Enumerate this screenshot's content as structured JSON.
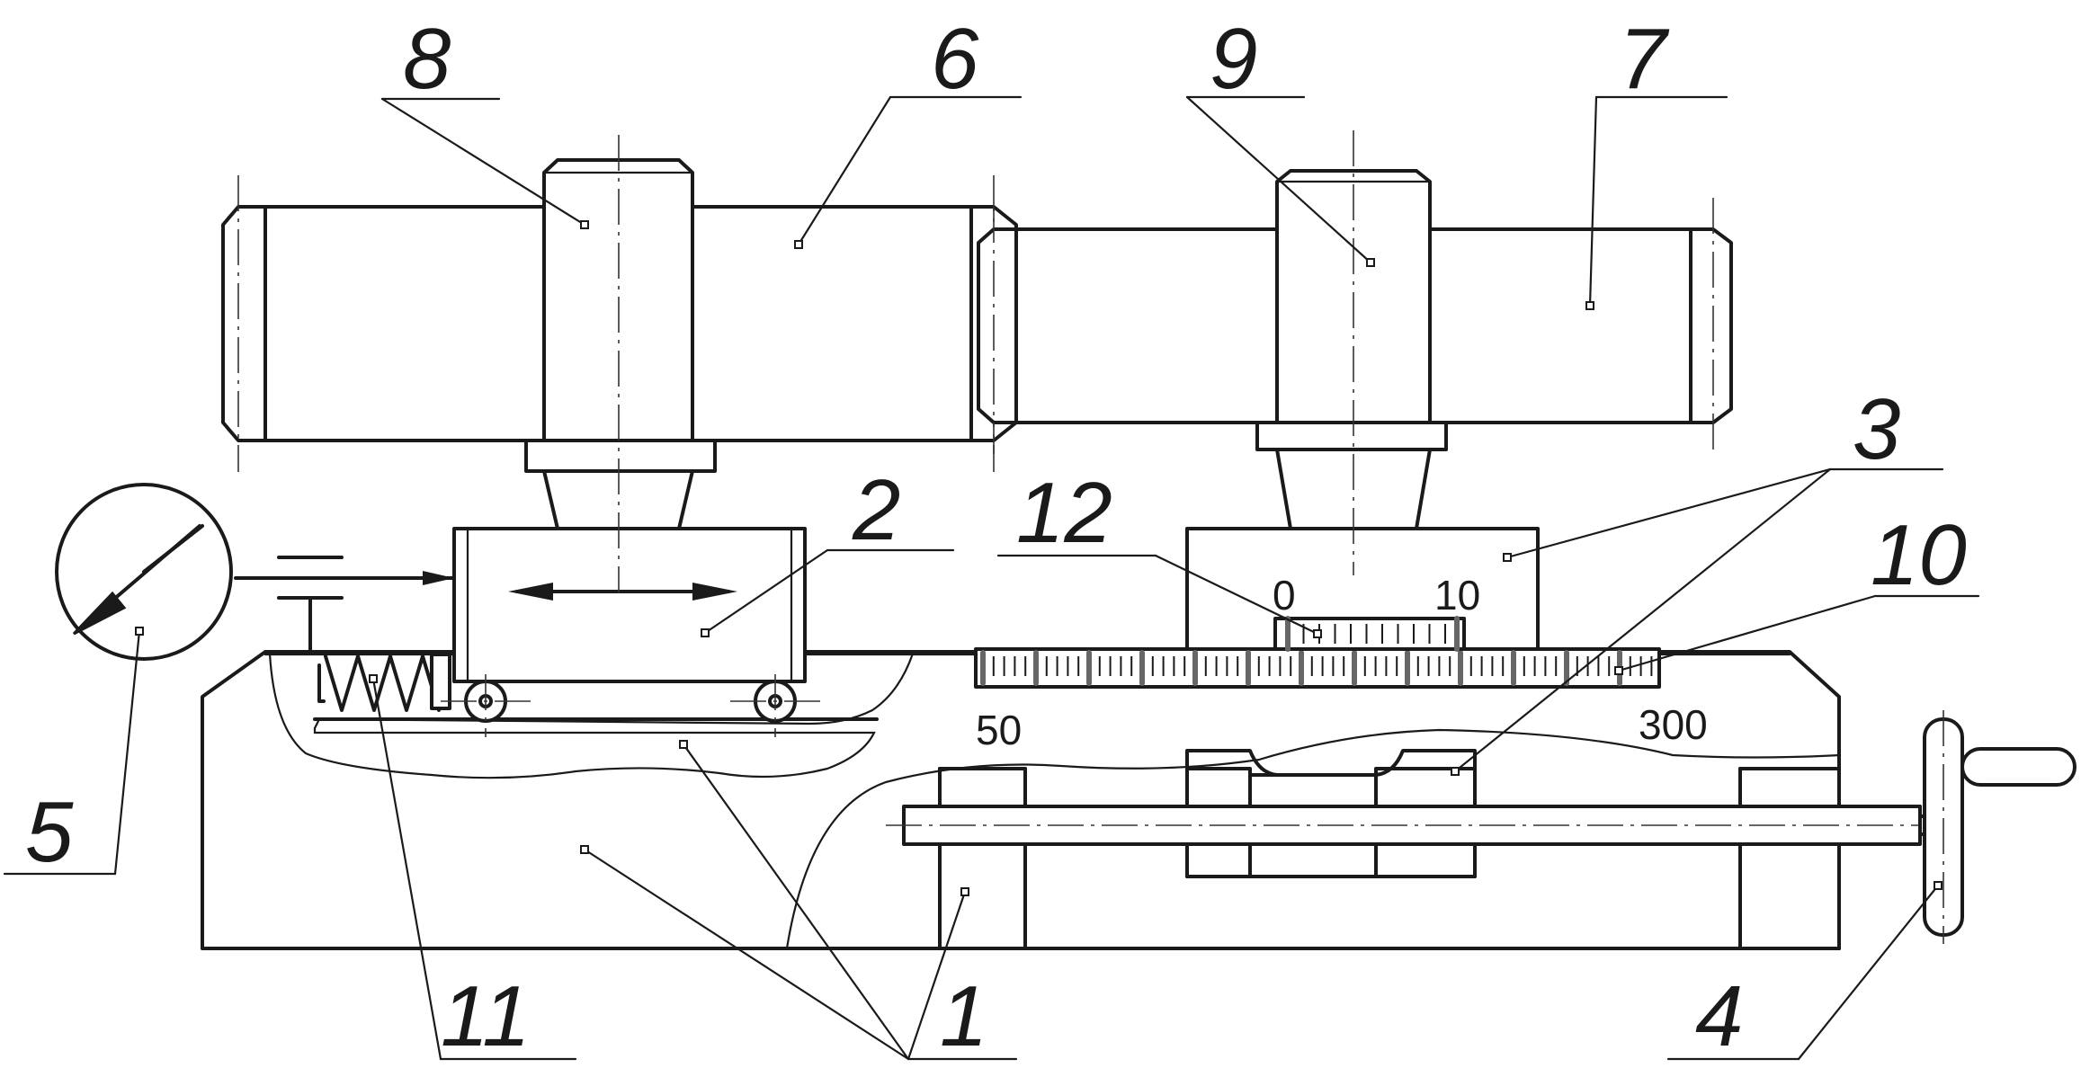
{
  "labels": {
    "n1": "1",
    "n2": "2",
    "n3": "3",
    "n4": "4",
    "n5": "5",
    "n6": "6",
    "n7": "7",
    "n8": "8",
    "n9": "9",
    "n10": "10",
    "n11": "11",
    "n12": "12"
  },
  "scales": {
    "upper_left": "0",
    "upper_right": "10",
    "lower_left": "50",
    "lower_right": "300"
  }
}
